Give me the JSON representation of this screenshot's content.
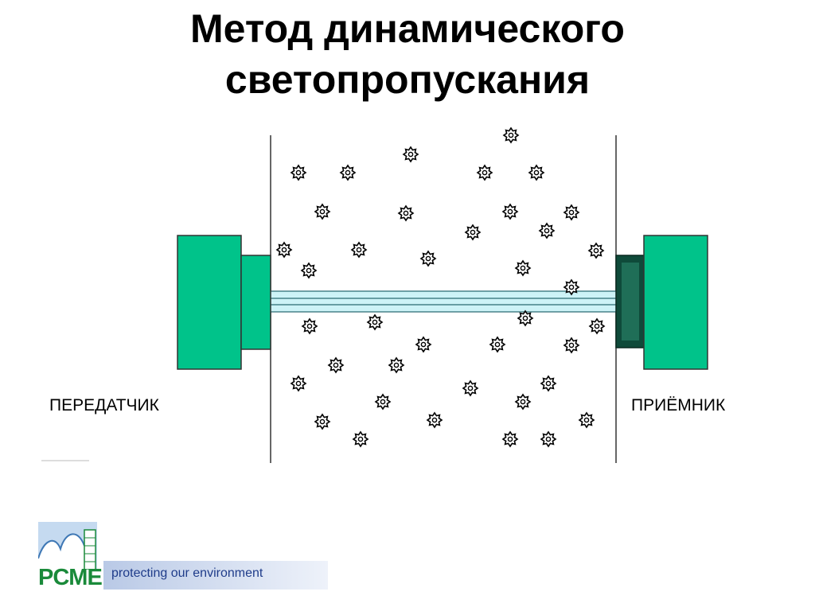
{
  "title": {
    "line1": "Метод динамического",
    "line2": "светопропускания"
  },
  "labels": {
    "transmitter": "ПЕРЕДАТЧИК",
    "receiver": "ПРИЁМНИК"
  },
  "logo": {
    "brand": "PCME",
    "tagline": "protecting our environment"
  },
  "colors": {
    "device_green": "#00c38a",
    "receiver_lens": "#0f4a3a",
    "beam": "#cdf3f7",
    "particle": "#000000",
    "brand_green": "#1a8a3a",
    "tagline_blue": "#1f3c8a"
  },
  "icons": {
    "particle": "dust-particle-icon",
    "logo_mark": "pcme-logo-icon"
  }
}
